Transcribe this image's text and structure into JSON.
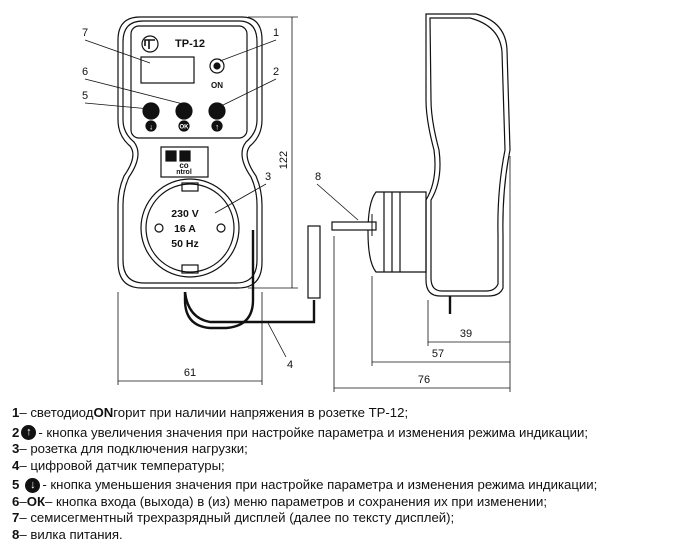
{
  "device": {
    "model": "TP-12",
    "led_label": "ON",
    "ok_label": "OK",
    "brand_top": "со",
    "brand_bottom": "ntrol",
    "socket_voltage": "230 V",
    "socket_current": "16 A",
    "socket_freq": "50 Hz"
  },
  "callouts": [
    "1",
    "2",
    "3",
    "4",
    "5",
    "6",
    "7",
    "8"
  ],
  "dimensions": {
    "height": "122",
    "width_front": "61",
    "depth_total": "76",
    "depth_plug": "57",
    "depth_body": "39"
  },
  "legend": [
    {
      "lead": "1",
      "text": " – светодиод ",
      "bold": "ON",
      "rest": " горит при наличии напряжения в розетке ТР-12;"
    },
    {
      "lead": "2",
      "icon": "up-arrow-icon",
      "text": "- кнопка увеличения значения при настройке параметра и изменения режима индикации;"
    },
    {
      "lead": "3",
      "text": " – розетка для подключения нагрузки;"
    },
    {
      "lead": "4",
      "text": " – цифровой датчик температуры;"
    },
    {
      "lead": "5",
      "icon": "down-arrow-icon",
      "text": " - кнопка уменьшения значения при настройке параметра и изменения режима индикации;"
    },
    {
      "lead": "6",
      "text": " – ",
      "bold": "ОК",
      "rest": " – кнопка входа (выхода) в (из) меню параметров и сохранения их при изменении;"
    },
    {
      "lead": "7",
      "text": " – семисегментный трехразрядный дисплей (далее по тексту дисплей);"
    },
    {
      "lead": "8",
      "text": " – вилка питания."
    }
  ]
}
